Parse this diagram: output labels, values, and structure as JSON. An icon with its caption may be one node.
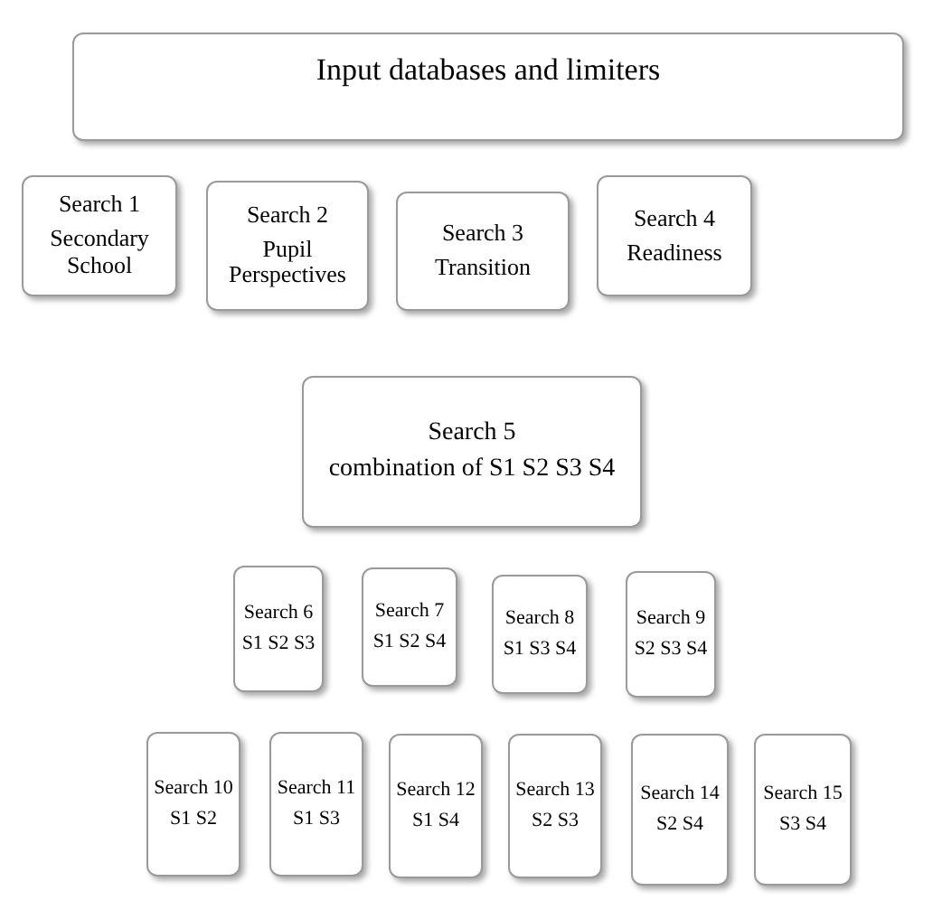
{
  "diagram": {
    "nodes": [
      {
        "text": [
          "Input databases and limiters"
        ]
      },
      {
        "text": [
          "Search 1",
          "Secondary School"
        ]
      },
      {
        "text": [
          "Search 2",
          "Pupil Perspectives"
        ]
      },
      {
        "text": [
          "Search 3",
          "Transition"
        ]
      },
      {
        "text": [
          "Search 4",
          "Readiness"
        ]
      },
      {
        "text": [
          "Search 5",
          "combination of S1 S2 S3 S4"
        ]
      },
      {
        "text": [
          "Search 6",
          "S1 S2 S3"
        ]
      },
      {
        "text": [
          "Search 7",
          "S1 S2 S4"
        ]
      },
      {
        "text": [
          "Search 8",
          "S1 S3 S4"
        ]
      },
      {
        "text": [
          "Search 9",
          "S2 S3 S4"
        ]
      },
      {
        "text": [
          "Search 10",
          "S1 S2"
        ]
      },
      {
        "text": [
          "Search 11",
          "S1 S3"
        ]
      },
      {
        "text": [
          "Search 12",
          "S1 S4"
        ]
      },
      {
        "text": [
          "Search 13",
          "S2 S3"
        ]
      },
      {
        "text": [
          "Search 14",
          "S2 S4"
        ]
      },
      {
        "text": [
          "Search 15",
          "S3 S4"
        ]
      }
    ],
    "edges": []
  }
}
